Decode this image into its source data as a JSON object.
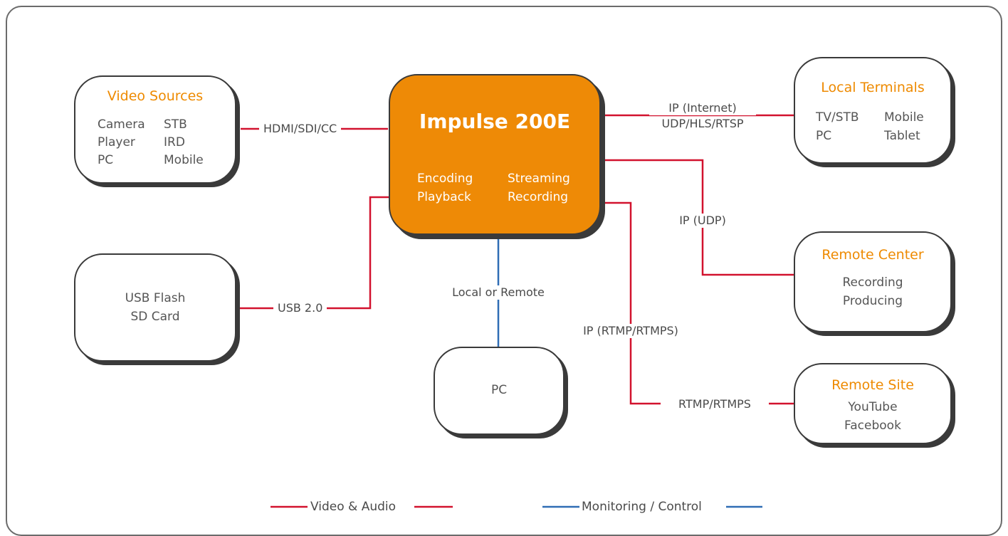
{
  "hub": {
    "name": "Impulse 200E",
    "functions_left": [
      "Encoding",
      "Playback"
    ],
    "functions_right": [
      "Streaming",
      "Recording"
    ]
  },
  "nodes": {
    "video_sources": {
      "title": "Video Sources",
      "items_left": [
        "Camera",
        "Player",
        "PC"
      ],
      "items_right": [
        "STB",
        "IRD",
        "Mobile"
      ]
    },
    "usb_storage": {
      "items": [
        "USB Flash",
        "SD Card"
      ]
    },
    "pc": {
      "label": "PC"
    },
    "local_terminals": {
      "title": "Local Terminals",
      "items_left": [
        "TV/STB",
        "PC"
      ],
      "items_right": [
        "Mobile",
        "Tablet"
      ]
    },
    "remote_center": {
      "title": "Remote Center",
      "items": [
        "Recording",
        "Producing"
      ]
    },
    "remote_site": {
      "title": "Remote Site",
      "items": [
        "YouTube",
        "Facebook"
      ]
    }
  },
  "links": {
    "hdmi": "HDMI/SDI/CC",
    "usb": "USB 2.0",
    "pc_link": "Local or Remote",
    "ip_internet": [
      "IP (Internet)",
      "UDP/HLS/RTSP"
    ],
    "ip_udp": "IP (UDP)",
    "ip_rtmp": "IP (RTMP/RTMPS)",
    "rtmp": "RTMP/RTMPS"
  },
  "legend": {
    "video_audio": "Video & Audio",
    "monitoring": "Monitoring / Control"
  },
  "colors": {
    "accent": "#ee8a06",
    "video_line": "#d2122e",
    "control_line": "#2f6db5",
    "box_border": "#3a3a3a"
  }
}
